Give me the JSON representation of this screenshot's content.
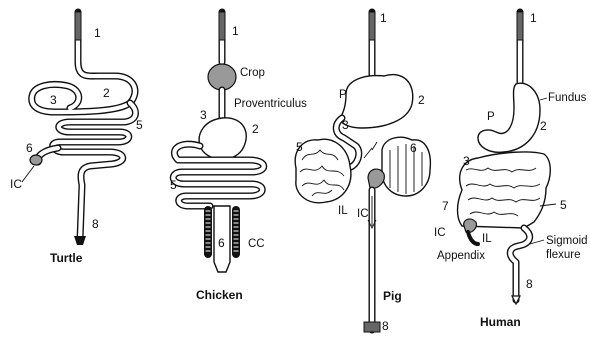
{
  "diagrams": {
    "turtle": {
      "name": "Turtle",
      "labels": {
        "n1": "1",
        "n2": "2",
        "n3": "3",
        "n5": "5",
        "n6": "6",
        "n8": "8",
        "ic": "IC"
      }
    },
    "chicken": {
      "name": "Chicken",
      "labels": {
        "n1": "1",
        "n2": "2",
        "n3": "3",
        "n5": "5",
        "n6": "6",
        "crop": "Crop",
        "proventriculus": "Proventriculus",
        "cc": "CC"
      }
    },
    "pig": {
      "name": "Pig",
      "labels": {
        "n1": "1",
        "n2": "2",
        "n3": "3",
        "n5": "5",
        "n6": "6",
        "n8": "8",
        "p": "P",
        "ic": "IC",
        "il": "IL"
      }
    },
    "human": {
      "name": "Human",
      "labels": {
        "n1": "1",
        "n2": "2",
        "n3": "3",
        "n5": "5",
        "n7": "7",
        "n8": "8",
        "p": "P",
        "fundus": "Fundus",
        "ic": "IC",
        "il": "IL",
        "appendix": "Appendix",
        "sigmoid_line1": "Sigmoid",
        "sigmoid_line2": "flexure"
      }
    }
  },
  "colors": {
    "ink": "#111111",
    "shade": "#999999",
    "paper": "#ffffff"
  }
}
